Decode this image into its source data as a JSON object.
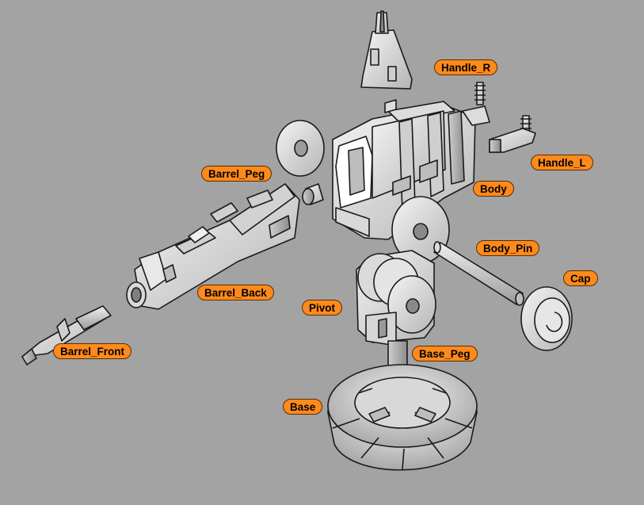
{
  "diagram": {
    "labels": {
      "handle_r": "Handle_R",
      "handle_l": "Handle_L",
      "barrel_peg": "Barrel_Peg",
      "body": "Body",
      "body_pin": "Body_Pin",
      "cap": "Cap",
      "barrel_back": "Barrel_Back",
      "pivot": "Pivot",
      "barrel_front": "Barrel_Front",
      "base_peg": "Base_Peg",
      "base": "Base"
    }
  },
  "colors": {
    "viewport_background": "#a3a3a3",
    "label_fill": "#ff8a1c",
    "label_border": "#5a2c00",
    "part_fill": "#e6e6e6",
    "part_outline": "#1a1a1a"
  }
}
